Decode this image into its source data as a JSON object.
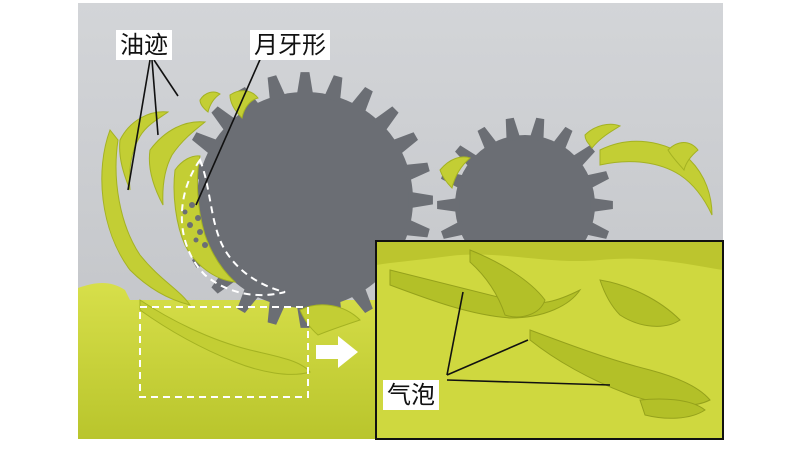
{
  "labels": {
    "oil_trace": "油迹",
    "crescent": "月牙形",
    "bubble": "气泡"
  },
  "colors": {
    "background_gray": "#c9cbce",
    "gear_gray": "#6b6e74",
    "oil_yellow": "#c8d23a",
    "oil_dark": "#9fae22",
    "inset_border": "#111111",
    "dashed_outline": "#ffffff",
    "arrow": "#ffffff"
  },
  "icons": {
    "arrow": "right-arrow-icon"
  }
}
